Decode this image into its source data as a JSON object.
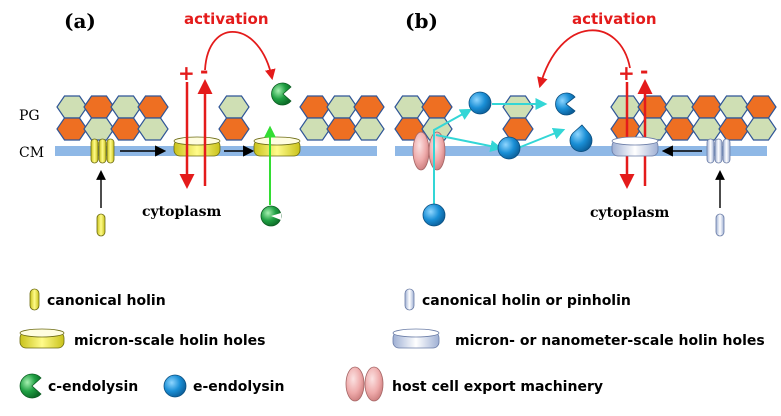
{
  "panels": {
    "a": {
      "label": "(a)",
      "activation": "activation",
      "cytoplasm": "cytoplasm",
      "plus": "+",
      "minus": "-"
    },
    "b": {
      "label": "(b)",
      "activation": "activation",
      "cytoplasm": "cytoplasm",
      "plus": "+",
      "minus": "-"
    }
  },
  "layers": {
    "pg": "PG",
    "cm": "CM"
  },
  "legend": {
    "canonical_holin": "canonical holin",
    "micron_holes": "micron-scale holin holes",
    "c_endolysin": "c-endolysin",
    "e_endolysin": "e-endolysin",
    "host_export": "host cell export machinery",
    "canonical_or_pinholin": "canonical holin or pinholin",
    "micron_or_nano_holes": "micron- or nanometer-scale holin holes"
  },
  "colors": {
    "hex_orange": "#ee6f22",
    "hex_green": "#cfdfb4",
    "hex_outline": "#2f5597",
    "membrane": "#8fb8e6",
    "holin_yellow": "#f2ec3a",
    "pinholin_blue": "#dfe6f5",
    "c_endolysin_green": "#1fa043",
    "e_endolysin_blue": "#1a8fd6",
    "export_pink": "#efb3b3",
    "activation_red": "#e41b1b",
    "flow_green": "#33dd33",
    "flow_cyan": "#33d6d6"
  }
}
